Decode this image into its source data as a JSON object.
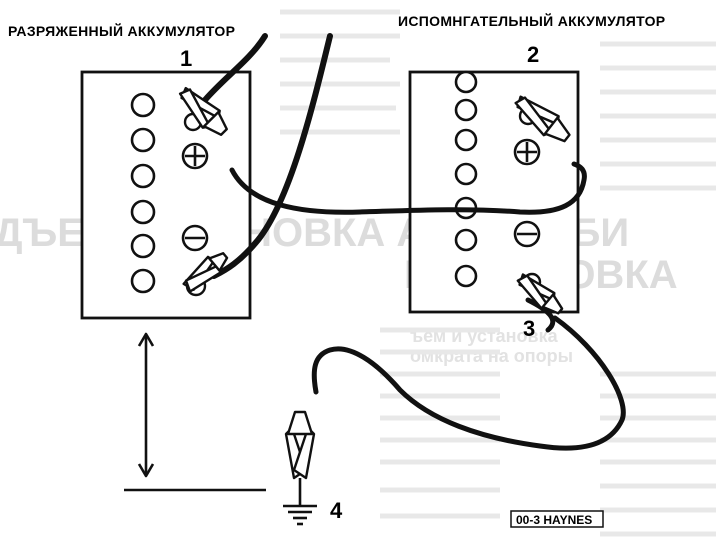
{
  "labels": {
    "left_battery_title": "РАЗРЯЖЕННЫЙ АККУМУЛЯТОР",
    "right_battery_title": "ИСПОМНГАТЕЛЬНЫЙ АККУМУЛЯТОР",
    "callout_1": "1",
    "callout_2": "2",
    "callout_3": "3",
    "callout_4": "4",
    "source_badge": "00-3 HAYNES"
  },
  "symbols": {
    "positive": "⊕",
    "negative": "⊖"
  },
  "background_text": {
    "heading_line_1": "ДЪЕМ, УСТАНОВКА АВТОМОБИ",
    "heading_line_2": "БУКСИРОВКА",
    "subheading_1": "ъем и установка",
    "subheading_2": "омкрата на опоры"
  },
  "colors": {
    "ink": "#111111",
    "paper": "#ffffff",
    "bleed_through": "#dcdcdc"
  },
  "icons": [
    "battery-icon",
    "clamp-icon",
    "ground-icon",
    "cable-icon",
    "arrow-icon"
  ]
}
